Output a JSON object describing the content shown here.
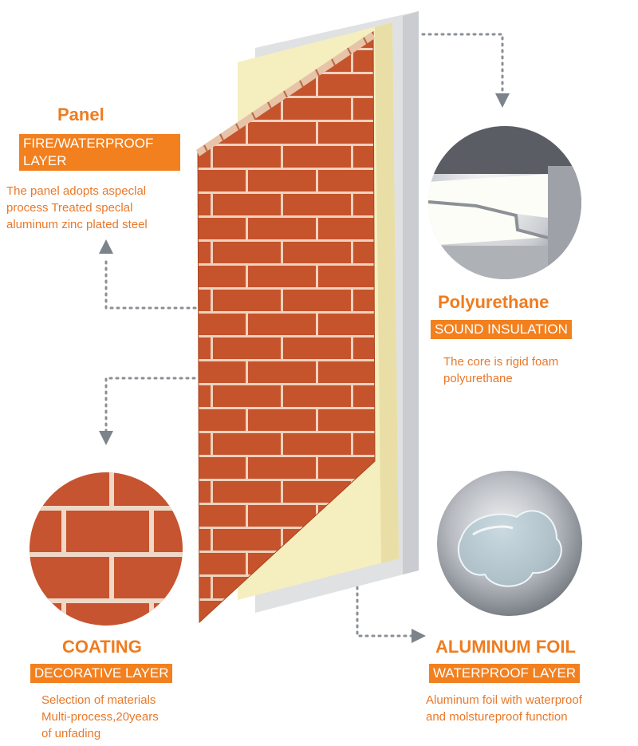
{
  "panel": {
    "title": "Panel",
    "tag_line1": "FIRE/WATERPROOF",
    "tag_line2": "LAYER",
    "desc_line1": "The panel adopts aspeclal",
    "desc_line2": "process Treated speclal",
    "desc_line3": "aluminum zinc plated steel"
  },
  "polyurethane": {
    "title": "Polyurethane",
    "tag": "SOUND INSULATION",
    "desc_line1": "The core is rigid foam",
    "desc_line2": "polyurethane"
  },
  "coating": {
    "title": "COATING",
    "tag": "DECORATIVE LAYER",
    "desc_line1": "Selection of materials",
    "desc_line2": "Multi-process,20years",
    "desc_line3": "of unfading"
  },
  "aluminum": {
    "title": "ALUMINUM FOIL",
    "tag": "WATERPROOF LAYER",
    "desc_line1": "Aluminum foil with waterproof",
    "desc_line2": "and molstureproof function"
  },
  "colors": {
    "accent": "#f2801f",
    "brick": "#c5532c",
    "mortar": "#f0d6c4",
    "foam": "#f6f0c4",
    "foil": "#d9dbdd",
    "connector": "#8a8f96"
  },
  "icons": [
    "arrow-down-icon",
    "arrow-up-icon",
    "arrow-right-icon"
  ]
}
